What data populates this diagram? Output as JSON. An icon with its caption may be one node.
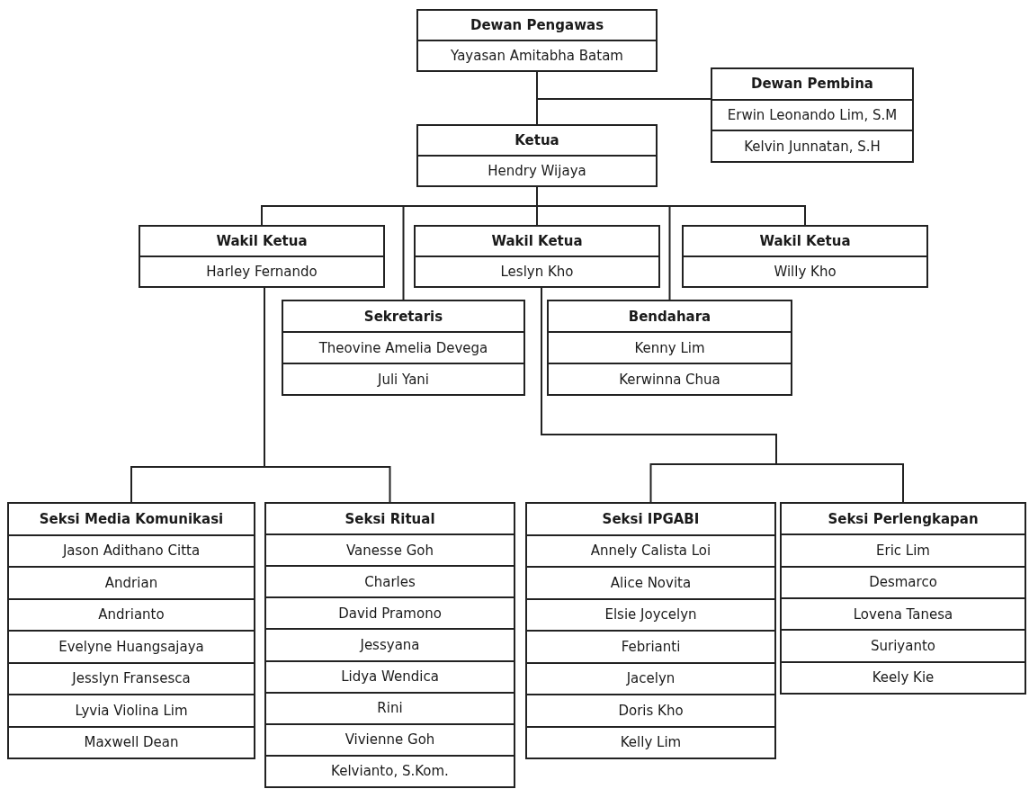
{
  "diagram": {
    "nodes": [
      {
        "text": [
          "Dewan Pengawas",
          "Yayasan Amitabha Batam"
        ]
      },
      {
        "text": [
          "Dewan Pembina",
          "Erwin Leonando Lim, S.M",
          "Kelvin Junnatan, S.H"
        ]
      },
      {
        "text": [
          "Ketua",
          "Hendry Wijaya"
        ]
      },
      {
        "text": [
          "Wakil Ketua",
          "Harley Fernando"
        ]
      },
      {
        "text": [
          "Wakil Ketua",
          "Leslyn Kho"
        ]
      },
      {
        "text": [
          "Wakil Ketua",
          "Willy Kho"
        ]
      },
      {
        "text": [
          "Sekretaris",
          "Theovine Amelia Devega",
          "Juli Yani"
        ]
      },
      {
        "text": [
          "Bendahara",
          "Kenny Lim",
          "Kerwinna Chua"
        ]
      },
      {
        "text": [
          "Seksi Media Komunikasi",
          "Jason Adithano Citta",
          "Andrian",
          "Andrianto",
          "Evelyne Huangsajaya",
          "Jesslyn Fransesca",
          "Lyvia Violina Lim",
          "Maxwell Dean"
        ]
      },
      {
        "text": [
          "Seksi Ritual",
          "Vanesse Goh",
          "Charles",
          "David Pramono",
          "Jessyana",
          "Lidya Wendica",
          "Rini",
          "Vivienne Goh",
          "Kelvianto, S.Kom."
        ]
      },
      {
        "text": [
          "Seksi IPGABI",
          "Annely Calista Loi",
          "Alice Novita",
          "Elsie Joycelyn",
          "Febrianti",
          "Jacelyn",
          "Doris Kho",
          "Kelly Lim"
        ]
      },
      {
        "text": [
          "Seksi Perlengkapan",
          "Eric Lim",
          "Desmarco",
          "Lovena Tanesa",
          "Suriyanto",
          "Keely Kie"
        ]
      }
    ],
    "edges": [
      {
        "from": 0,
        "to": 2,
        "arrow": "none"
      },
      {
        "from": 0,
        "to": 1,
        "arrow": "none"
      },
      {
        "from": 2,
        "to": 3,
        "arrow": "none"
      },
      {
        "from": 2,
        "to": 6,
        "arrow": "none"
      },
      {
        "from": 2,
        "to": 4,
        "arrow": "none"
      },
      {
        "from": 2,
        "to": 7,
        "arrow": "none"
      },
      {
        "from": 2,
        "to": 5,
        "arrow": "none"
      },
      {
        "from": 3,
        "to": 8,
        "arrow": "none"
      },
      {
        "from": 3,
        "to": 9,
        "arrow": "none"
      },
      {
        "from": 4,
        "to": 10,
        "arrow": "none"
      },
      {
        "from": 4,
        "to": 11,
        "arrow": "none"
      }
    ]
  }
}
